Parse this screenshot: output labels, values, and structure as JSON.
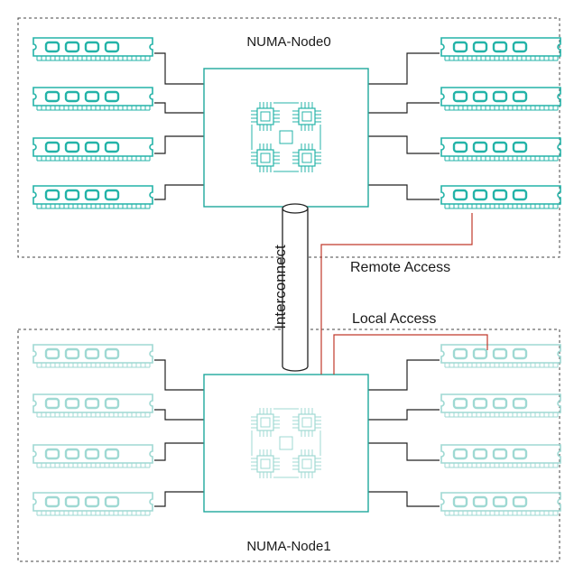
{
  "nodes": [
    {
      "label": "NUMA-Node0",
      "color": "#24b3a8"
    },
    {
      "label": "NUMA-Node1",
      "color": "#9fd9d3"
    }
  ],
  "interconnect_label": "Interconnect",
  "remote_access_label": "Remote Access",
  "local_access_label": "Local Access",
  "access_path_color": "#c0392b",
  "memory_modules_per_side": 4
}
